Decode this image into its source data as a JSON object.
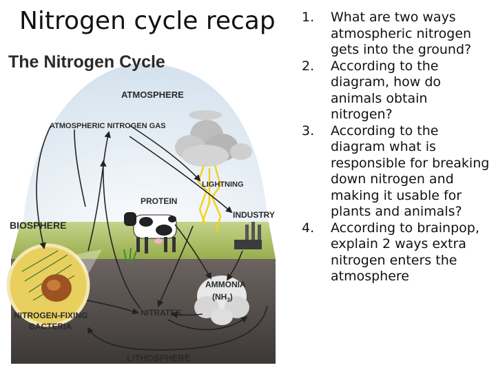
{
  "slide": {
    "title": "Nitrogen cycle recap"
  },
  "diagram": {
    "title": "The Nitrogen Cycle",
    "labels": {
      "atmosphere": "ATMOSPHERE",
      "atmospheric_gas": "ATMOSPHERIC NITROGEN GAS",
      "lightning": "LIGHTNING",
      "protein": "PROTEIN",
      "industry": "INDUSTRY",
      "biosphere": "BIOSPHERE",
      "ammonia": "AMMONIA",
      "ammonia_formula": "(NH",
      "ammonia_sub": "3",
      "ammonia_close": ")",
      "nitrates": "NITRATES",
      "nitrogen_fixing_line1": "NITROGEN-FIXING",
      "nitrogen_fixing_line2": "BACTERIA",
      "lithosphere": "LITHOSPHERE"
    },
    "colors": {
      "sky": "#dfe9f1",
      "grass": "#a6b95a",
      "soil": "#4a4543",
      "inset_fill": "#e9cf5e",
      "lightning": "#f3d21c"
    }
  },
  "questions": [
    {
      "number": "1.",
      "text": "What are two ways atmospheric nitrogen gets into the ground?"
    },
    {
      "number": "2.",
      "text": "According to the diagram, how do animals obtain nitrogen?"
    },
    {
      "number": "3.",
      "text": "According to the diagram what is responsible for breaking down nitrogen and making it usable for plants and animals?"
    },
    {
      "number": "4.",
      "text": "According to brainpop, explain 2 ways extra nitrogen enters the atmosphere"
    }
  ]
}
